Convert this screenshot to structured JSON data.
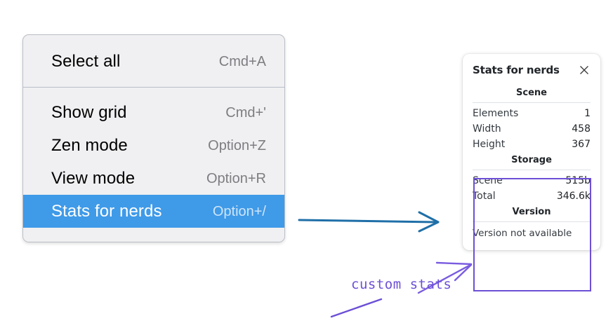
{
  "context_menu": {
    "groups": [
      {
        "name": "selection",
        "items": [
          {
            "label": "Select all",
            "shortcut": "Cmd+A",
            "selected": false
          }
        ]
      },
      {
        "name": "view",
        "items": [
          {
            "label": "Show grid",
            "shortcut": "Cmd+'",
            "selected": false
          },
          {
            "label": "Zen mode",
            "shortcut": "Option+Z",
            "selected": false
          },
          {
            "label": "View mode",
            "shortcut": "Option+R",
            "selected": false
          },
          {
            "label": "Stats for nerds",
            "shortcut": "Option+/",
            "selected": true
          }
        ]
      }
    ],
    "highlight_color": "#3f9ae8",
    "background_color": "#f0f0f2"
  },
  "stats_panel": {
    "title": "Stats for nerds",
    "close_icon": "close-icon",
    "sections": [
      {
        "heading": "Scene",
        "rows": [
          {
            "key": "Elements",
            "value": "1"
          },
          {
            "key": "Width",
            "value": "458"
          },
          {
            "key": "Height",
            "value": "367"
          }
        ]
      },
      {
        "heading": "Storage",
        "rows": [
          {
            "key": "Scene",
            "value": "515b"
          },
          {
            "key": "Total",
            "value": "346.6k"
          }
        ]
      },
      {
        "heading": "Version",
        "note": "Version not available"
      }
    ]
  },
  "annotations": {
    "label": "custom stats",
    "label_color": "#6c4fd6",
    "highlight_box_color": "#6c4fd6",
    "flow_arrow_color": "#1f6fa8"
  }
}
